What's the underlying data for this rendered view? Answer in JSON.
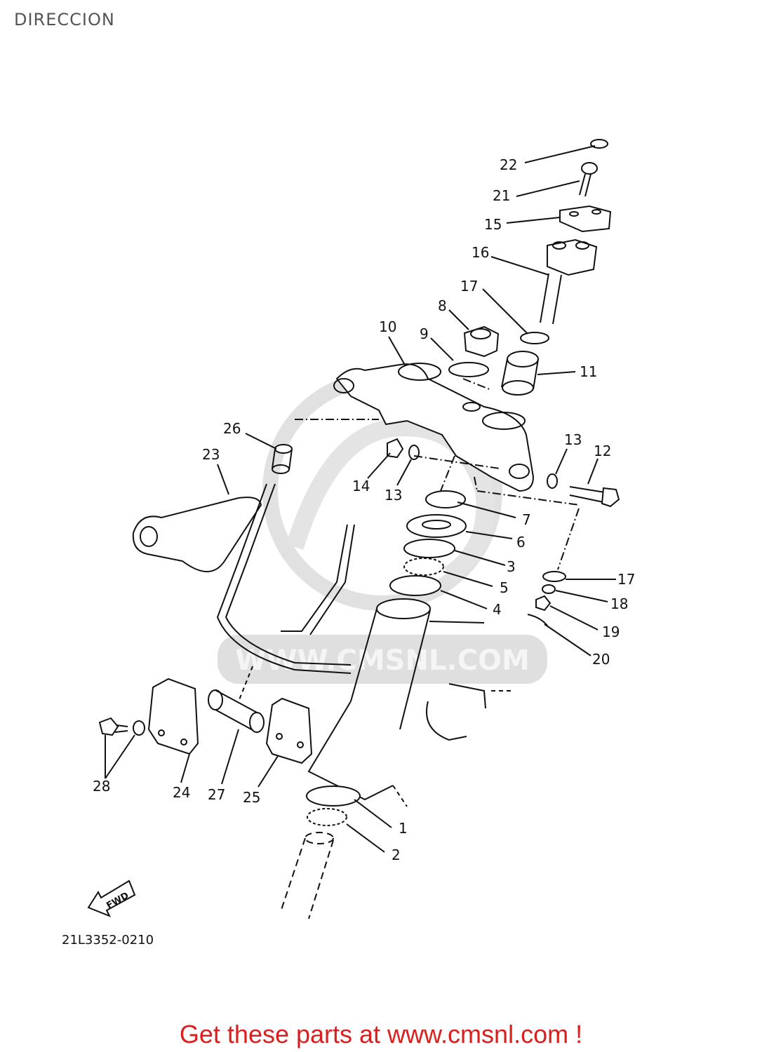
{
  "title": "DIRECCION",
  "diagram_code": "21L3352-0210",
  "footer": "Get these parts at www.cmsnl.com !",
  "watermark": {
    "text": "WWW.CMSNL.COM",
    "color": "#d9d9d9"
  },
  "fwd_label": "FWD",
  "callouts": [
    {
      "id": "c1",
      "label": "1"
    },
    {
      "id": "c2",
      "label": "2"
    },
    {
      "id": "c3",
      "label": "3"
    },
    {
      "id": "c4",
      "label": "4"
    },
    {
      "id": "c5",
      "label": "5"
    },
    {
      "id": "c6",
      "label": "6"
    },
    {
      "id": "c7",
      "label": "7"
    },
    {
      "id": "c8",
      "label": "8"
    },
    {
      "id": "c9",
      "label": "9"
    },
    {
      "id": "c10",
      "label": "10"
    },
    {
      "id": "c11",
      "label": "11"
    },
    {
      "id": "c12",
      "label": "12"
    },
    {
      "id": "c13a",
      "label": "13"
    },
    {
      "id": "c13b",
      "label": "13"
    },
    {
      "id": "c14",
      "label": "14"
    },
    {
      "id": "c15",
      "label": "15"
    },
    {
      "id": "c16",
      "label": "16"
    },
    {
      "id": "c17a",
      "label": "17"
    },
    {
      "id": "c17b",
      "label": "17"
    },
    {
      "id": "c18",
      "label": "18"
    },
    {
      "id": "c19",
      "label": "19"
    },
    {
      "id": "c20",
      "label": "20"
    },
    {
      "id": "c21",
      "label": "21"
    },
    {
      "id": "c22",
      "label": "22"
    },
    {
      "id": "c23",
      "label": "23"
    },
    {
      "id": "c24",
      "label": "24"
    },
    {
      "id": "c25",
      "label": "25"
    },
    {
      "id": "c26",
      "label": "26"
    },
    {
      "id": "c27",
      "label": "27"
    },
    {
      "id": "c28",
      "label": "28"
    }
  ],
  "colors": {
    "line": "#111111",
    "footer": "#d8201e",
    "title": "#555555"
  }
}
